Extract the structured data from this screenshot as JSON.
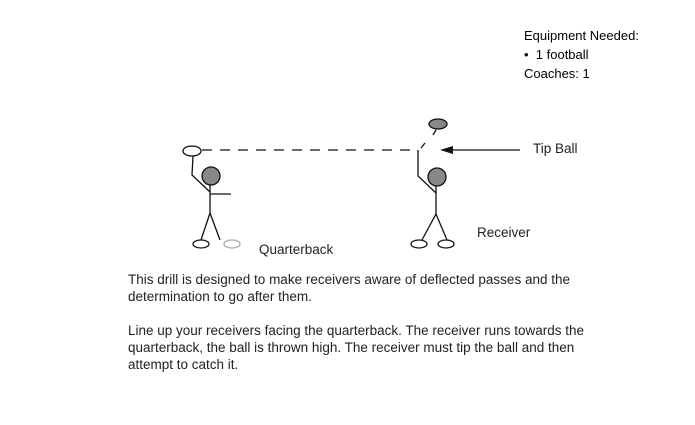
{
  "equipment": {
    "heading": "Equipment Needed:",
    "items": [
      "1 football"
    ],
    "coaches": "Coaches:  1"
  },
  "diagram": {
    "tip_ball_label": "Tip Ball",
    "receiver_label": "Receiver",
    "quarterback_label": "Quarterback"
  },
  "description": [
    "This drill is designed to make receivers aware of deflected passes and the determination to go after them.",
    "Line up your receivers facing the quarterback.  The receiver runs towards the quarterback, the ball is thrown high.  The receiver must tip the ball and then attempt to catch it."
  ]
}
